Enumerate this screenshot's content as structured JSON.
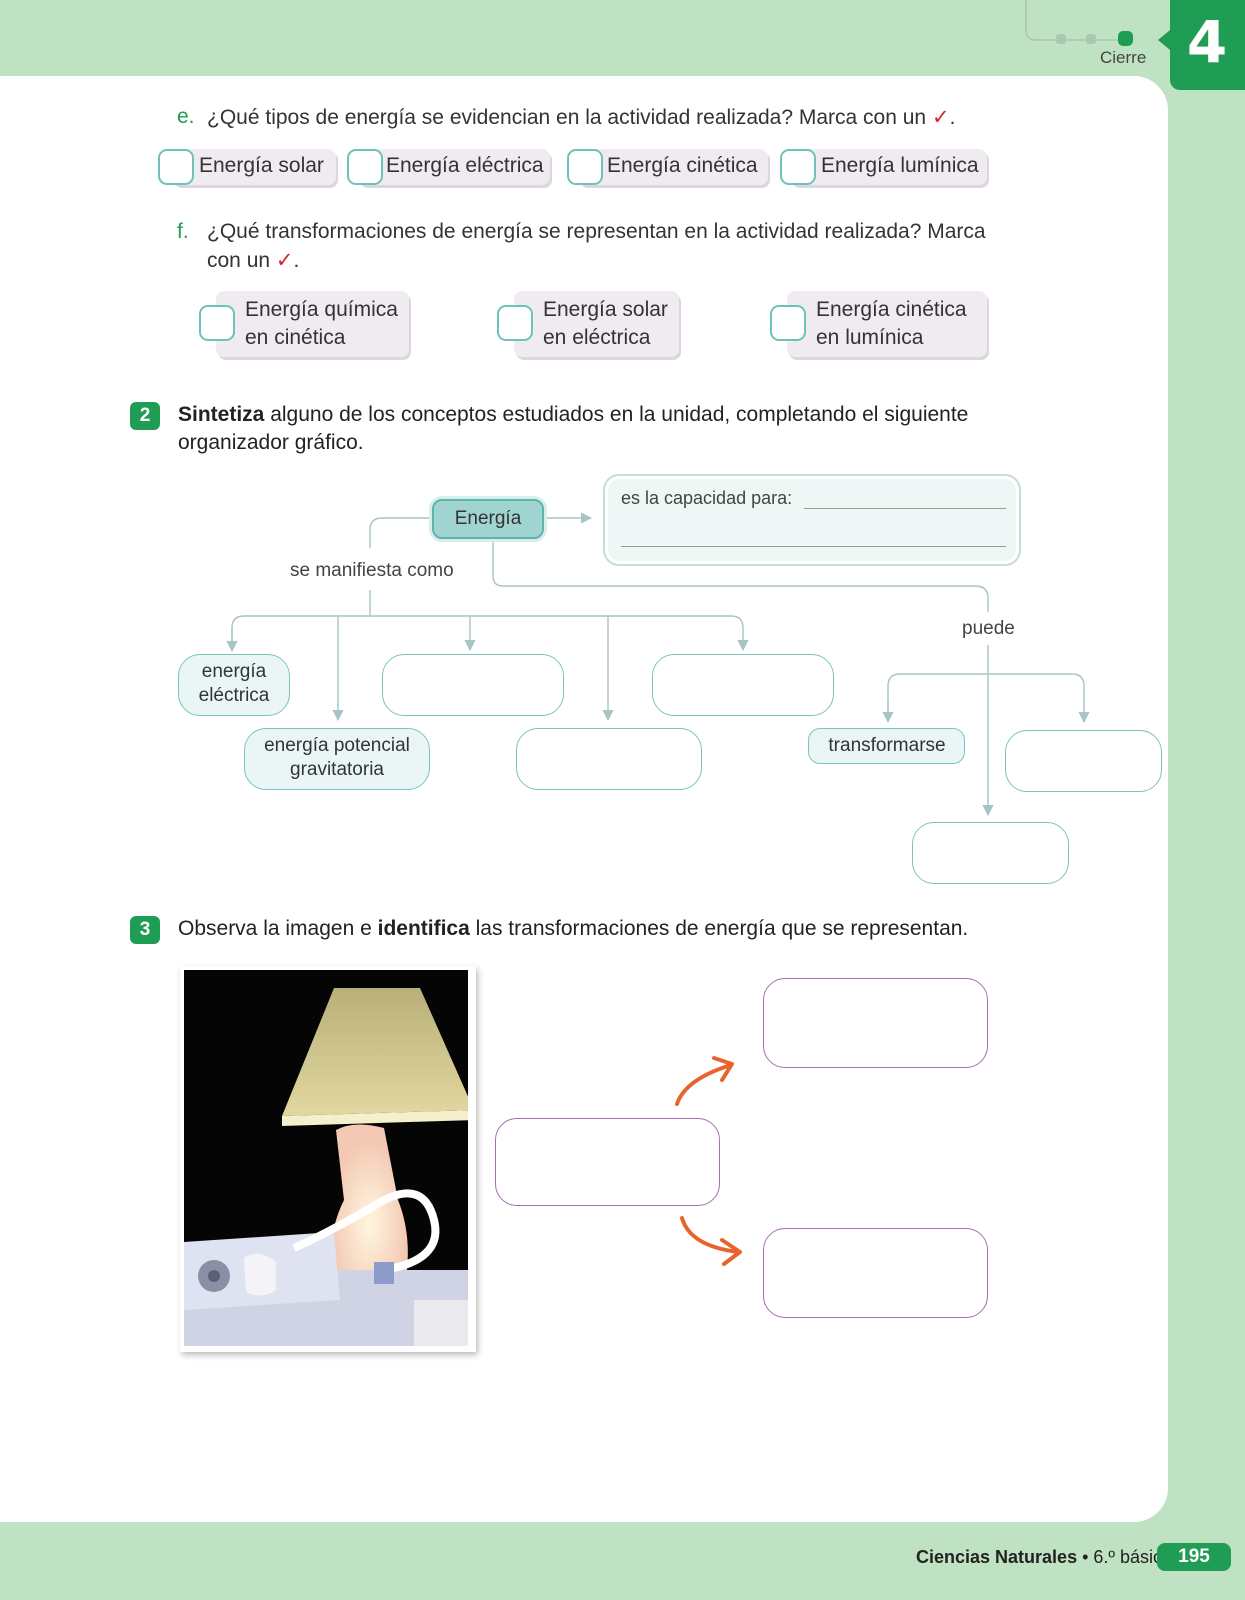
{
  "header": {
    "section_label": "Cierre",
    "unit_number": "4"
  },
  "q_e": {
    "letter": "e.",
    "text": "¿Qué tipos de energía se evidencian en la actividad realizada? Marca con un",
    "mark": "✓",
    "end": ".",
    "options": [
      "Energía solar",
      "Energía eléctrica",
      "Energía cinética",
      "Energía lumínica"
    ]
  },
  "q_f": {
    "letter": "f.",
    "line1": "¿Qué transformaciones de energía se representan en la actividad realizada? Marca",
    "line2": "con un",
    "mark": "✓",
    "end": ".",
    "options": [
      {
        "l1": "Energía química",
        "l2": "en cinética"
      },
      {
        "l1": "Energía solar",
        "l2": "en eléctrica"
      },
      {
        "l1": "Energía cinética",
        "l2": "en lumínica"
      }
    ]
  },
  "act2": {
    "number": "2",
    "bold": "Sintetiza",
    "rest1": " alguno de los conceptos estudiados en la unidad, completando el siguiente",
    "line2": "organizador gráfico."
  },
  "organizer": {
    "center": "Energía",
    "definition": "es la capacidad para:",
    "manifests": "se manifiesta como",
    "can": "puede",
    "box_electrica_l1": "energía",
    "box_electrica_l2": "eléctrica",
    "box_potencial_l1": "energía potencial",
    "box_potencial_l2": "gravitatoria",
    "transform": "transformarse"
  },
  "act3": {
    "number": "3",
    "pre": "Observa la imagen e ",
    "bold": "identifica",
    "post": " las transformaciones de energía que se representan."
  },
  "footer": {
    "book": "Ciencias Naturales",
    "bullet": "•",
    "grade": "6.º básico",
    "page": "195"
  },
  "colors": {
    "accent_green": "#1f9d55",
    "band_green": "#bfe2c2",
    "teal": "#7bc4bd",
    "check_red": "#d9242b",
    "arrow_orange": "#e8642c",
    "purple_box": "#a46fb0"
  }
}
